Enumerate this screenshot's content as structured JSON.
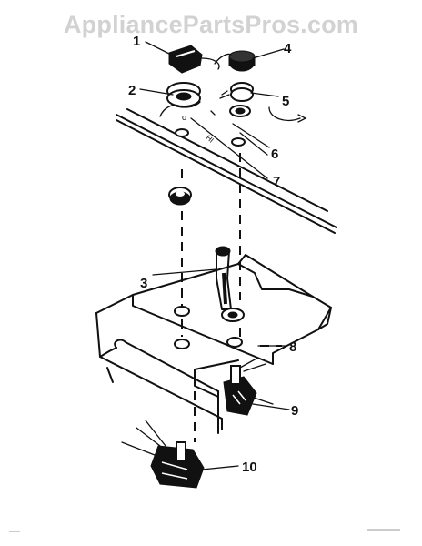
{
  "watermark": "AppliancePartsPros.com",
  "callouts": [
    "1",
    "2",
    "3",
    "4",
    "5",
    "6",
    "7",
    "8",
    "9",
    "10"
  ],
  "logo_icon": "watermark-logo"
}
